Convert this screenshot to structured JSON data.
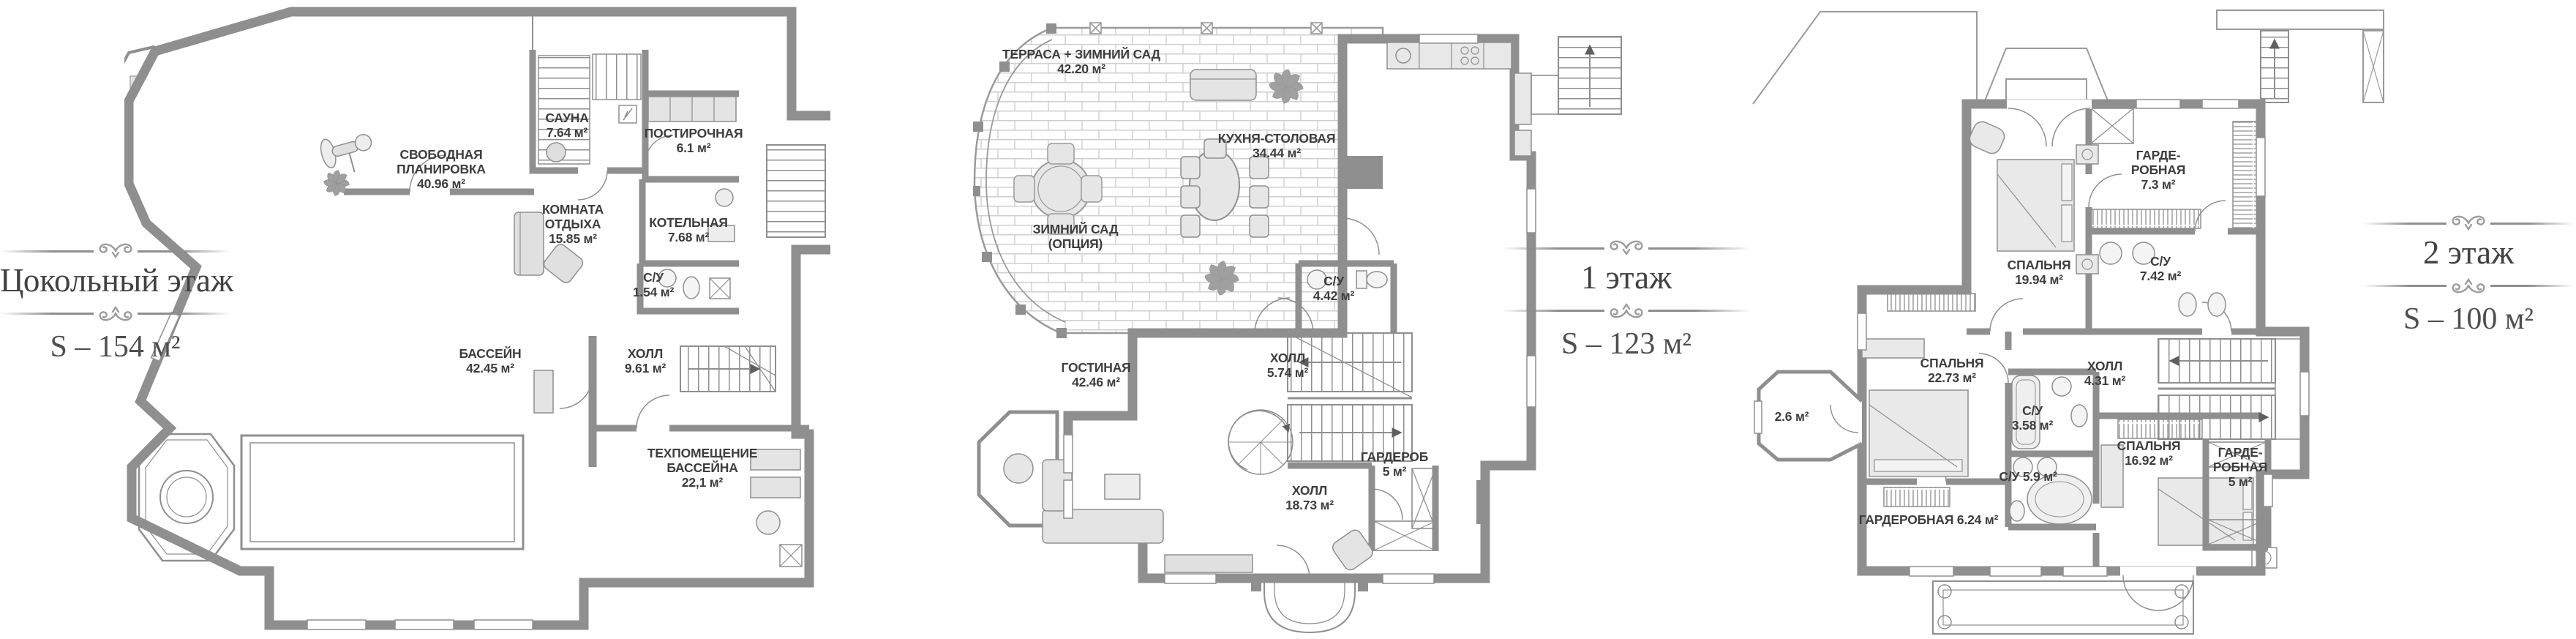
{
  "colors": {
    "wall": "#8f8f8f",
    "room_text": "#3d3d3d",
    "ornament": "#9b9b9b",
    "furniture": "#e4e4e4",
    "background": "#ffffff"
  },
  "floors": [
    {
      "id": "basement",
      "title": "Цокольный этаж",
      "area_label": "S – 154 м²",
      "rooms": [
        {
          "name": "СВОБОДНАЯ ПЛАНИРОВКА",
          "area": "40.96 м²"
        },
        {
          "name": "САУНА",
          "area": "7.64 м²"
        },
        {
          "name": "ПОСТИРОЧНАЯ",
          "area": "6.1 м²"
        },
        {
          "name": "КОМНАТА ОТДЫХА",
          "area": "15.85 м²"
        },
        {
          "name": "КОТЕЛЬНАЯ",
          "area": "7.68 м²"
        },
        {
          "name": "С/У",
          "area": "1.54 м²"
        },
        {
          "name": "БАССЕЙН",
          "area": "42.45 м²"
        },
        {
          "name": "ХОЛЛ",
          "area": "9.61 м²"
        },
        {
          "name": "ТЕХПОМЕЩЕНИЕ БАССЕЙНА",
          "area": "22,1 м²"
        }
      ]
    },
    {
      "id": "floor1",
      "title": "1 этаж",
      "area_label": "S – 123 м²",
      "rooms": [
        {
          "name": "ТЕРРАСА + ЗИМНИЙ САД",
          "area": "42.20 м²"
        },
        {
          "name": "КУХНЯ-СТОЛОВАЯ",
          "area": "34.44 м²"
        },
        {
          "name": "ЗИМНИЙ САД (ОПЦИЯ)",
          "area": ""
        },
        {
          "name": "ГОСТИНАЯ",
          "area": "42.46 м²"
        },
        {
          "name": "С/У",
          "area": "4.42 м²"
        },
        {
          "name": "ХОЛЛ",
          "area": "5.74 м²"
        },
        {
          "name": "ГАРДЕРОБ",
          "area": "5 м²"
        },
        {
          "name": "ХОЛЛ",
          "area": "18.73 м²"
        }
      ]
    },
    {
      "id": "floor2",
      "title": "2 этаж",
      "area_label": "S – 100 м²",
      "rooms": [
        {
          "name": "ГАРДЕ-РОБНАЯ",
          "area": "7.3 м²"
        },
        {
          "name": "СПАЛЬНЯ",
          "area": "19.94 м²"
        },
        {
          "name": "С/У",
          "area": "7.42 м²"
        },
        {
          "name": "ХОЛЛ",
          "area": "4.31 м²"
        },
        {
          "name": "СПАЛЬНЯ",
          "area": "22.73 м²"
        },
        {
          "name": "С/У",
          "area": "3.58 м²"
        },
        {
          "name": "С/У",
          "area": "5.9 м²"
        },
        {
          "name": "СПАЛЬНЯ",
          "area": "16.92 м²"
        },
        {
          "name": "ГАРДЕРОБНАЯ",
          "area": "6.24 м²"
        },
        {
          "name": "ГАРДЕ-РОБНАЯ",
          "area": "5 м²"
        },
        {
          "name": "",
          "area": "2.6 м²"
        }
      ]
    }
  ]
}
